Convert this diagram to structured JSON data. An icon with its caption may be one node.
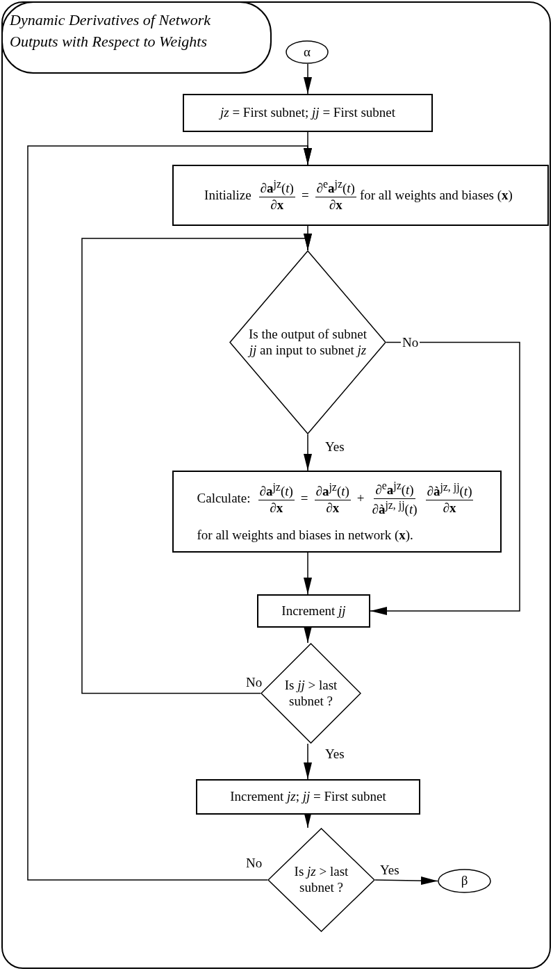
{
  "diagram": {
    "title": "Dynamic Derivatives of Network Outputs with Respect to Weights",
    "nodes": [
      {
        "text": [
          "α"
        ]
      },
      {
        "text": [
          "*jz* = First subnet; *jj* = First subnet"
        ]
      },
      {
        "text": [
          "Initialize",
          "∂**a**$^{jz}$(*t*)",
          "∂**x**",
          "=",
          "∂$^{e}$**a**$^{jz}$(*t*)",
          "∂**x**",
          "for all weights and biases (**x**)"
        ]
      },
      {
        "text": [
          "Is the output of subnet *jj* an input to subnet *jz*"
        ]
      },
      {
        "text": [
          "Calculate:",
          "∂**a**$^{jz}$(*t*)",
          "∂**x**",
          "=",
          "∂**a**$^{jz}$(*t*)",
          "∂**x**",
          "+",
          "∂$^{e}$**a**$^{jz}$(*t*)",
          "∂**à**$^{jz, jj}$(*t*)",
          "∂**à**$^{jz, jj}$(*t*)",
          "∂**x**",
          "for all weights and biases in network (**x**)."
        ]
      },
      {
        "text": [
          "Increment *jj*"
        ]
      },
      {
        "text": [
          "Is *jj* > last subnet ?"
        ]
      },
      {
        "text": [
          "Increment *jz*;  *jj* = First subnet"
        ]
      },
      {
        "text": [
          "Is *jz* > last subnet ?"
        ]
      },
      {
        "text": [
          "β"
        ]
      }
    ],
    "edges": [
      {
        "from": 0,
        "to": 1,
        "arrow": "to"
      },
      {
        "from": 1,
        "to": 2,
        "arrow": "to"
      },
      {
        "from": 2,
        "to": 3,
        "arrow": "to"
      },
      {
        "from": 3,
        "to": 4,
        "arrow": "to",
        "label": "Yes"
      },
      {
        "from": 3,
        "to": 5,
        "arrow": "to",
        "label": "No"
      },
      {
        "from": 4,
        "to": 5,
        "arrow": "to"
      },
      {
        "from": 5,
        "to": 6,
        "arrow": "to"
      },
      {
        "from": 6,
        "to": 3,
        "arrow": "to",
        "label": "No"
      },
      {
        "from": 6,
        "to": 7,
        "arrow": "to",
        "label": "Yes"
      },
      {
        "from": 7,
        "to": 8,
        "arrow": "to"
      },
      {
        "from": 8,
        "to": 2,
        "arrow": "to",
        "label": "No"
      },
      {
        "from": 8,
        "to": 9,
        "arrow": "to",
        "label": "Yes"
      }
    ]
  }
}
